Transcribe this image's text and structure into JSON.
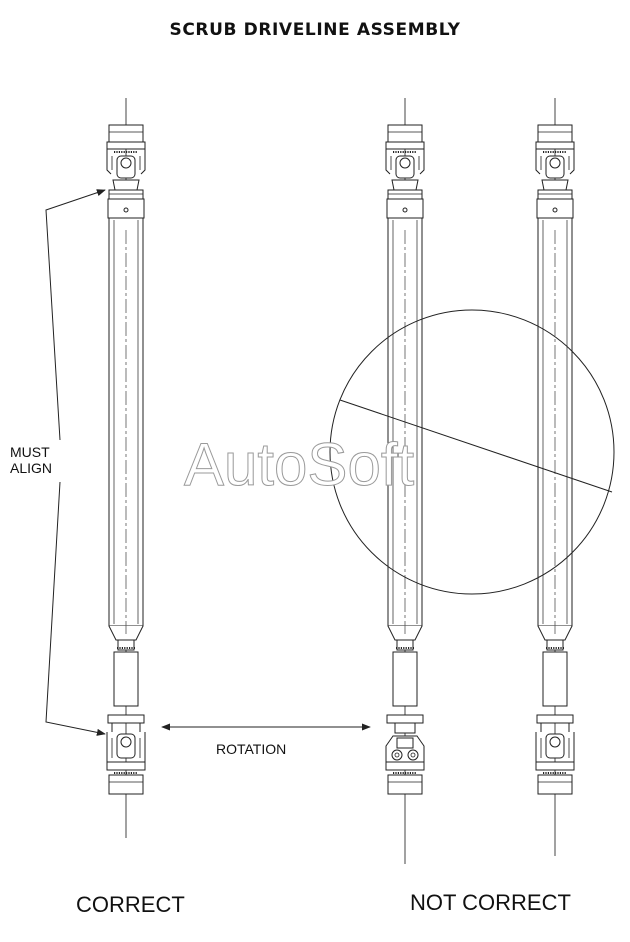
{
  "title": "SCRUB DRIVELINE ASSEMBLY",
  "labels": {
    "must_align_line1": "MUST",
    "must_align_line2": "ALIGN",
    "rotation": "ROTATION",
    "correct": "CORRECT",
    "not_correct": "NOT CORRECT"
  },
  "watermark": "AutoSoft",
  "colors": {
    "line": "#222222",
    "background": "#ffffff",
    "watermark_outline": "#9a9a9a"
  }
}
